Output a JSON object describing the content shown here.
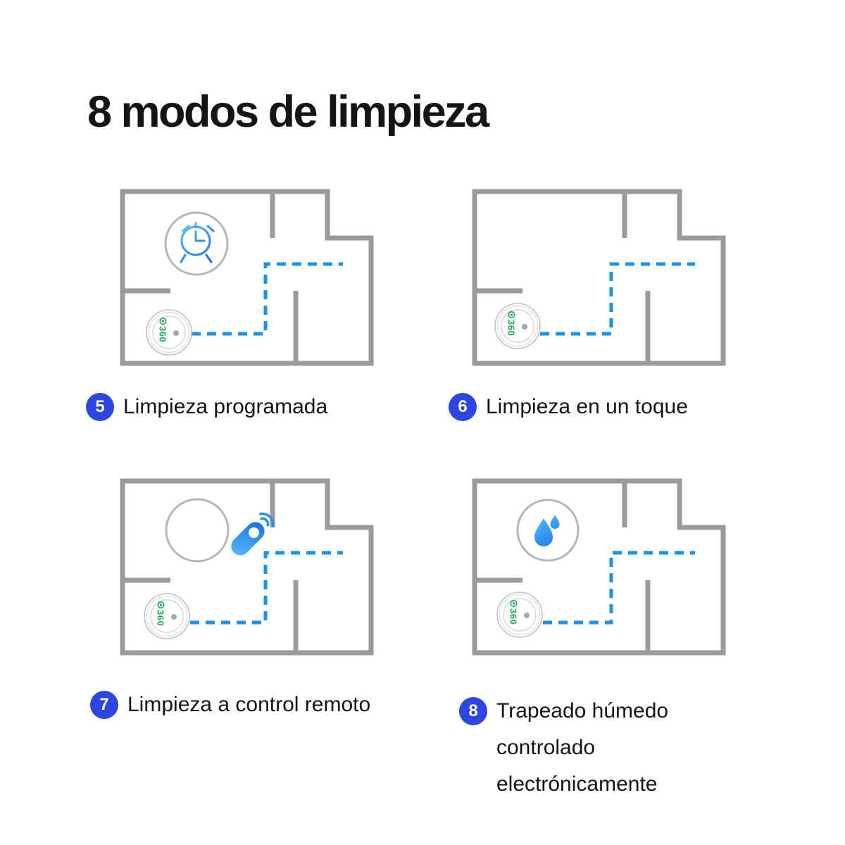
{
  "title": "8 modos de limpieza",
  "robot": {
    "brand": "360",
    "brand_color": "#1fa751"
  },
  "modes": [
    {
      "number": "5",
      "label": "Limpieza programada",
      "icon": "alarm-clock-icon"
    },
    {
      "number": "6",
      "label": "Limpieza en un toque",
      "icon": "none"
    },
    {
      "number": "7",
      "label": "Limpieza a control remoto",
      "icon": "remote-control-icon"
    },
    {
      "number": "8",
      "label": "Trapeado húmedo controlado electrónicamente",
      "icon": "water-drops-icon"
    }
  ],
  "colors": {
    "text_black": "#141414",
    "wall_gray": "#9b9b9b",
    "path_blue": "#2090ea",
    "badge_blue": "#2b46e3",
    "icon_blue_light": "#55bdf8",
    "icon_blue_dark": "#1a6fe4",
    "brand_green": "#1fa751"
  }
}
